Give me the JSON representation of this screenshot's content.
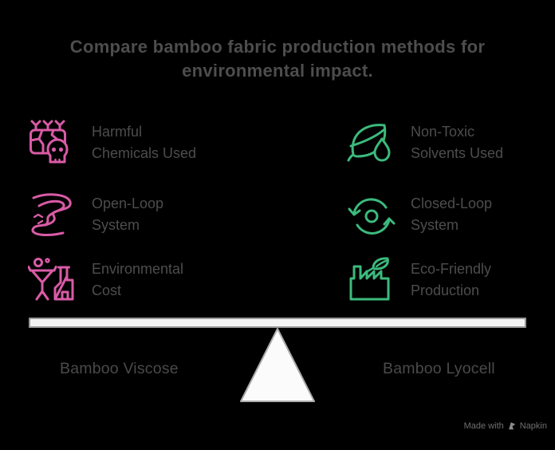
{
  "title": "Compare bamboo fabric production methods for environmental impact.",
  "colors": {
    "background": "#000000",
    "left_accent": "#d95ba6",
    "right_accent": "#3cba7d",
    "text": "#4d4d4d",
    "beam_fill": "#f4f4f4",
    "beam_border": "#999999"
  },
  "columns": {
    "left": {
      "items": [
        {
          "icon": "toxic-chemicals-skull-icon",
          "lines": [
            "Harmful",
            "Chemicals Used"
          ]
        },
        {
          "icon": "open-loop-river-icon",
          "lines": [
            "Open-Loop",
            "System"
          ]
        },
        {
          "icon": "pollution-factory-icon",
          "lines": [
            "Environmental",
            "Cost"
          ]
        }
      ]
    },
    "right": {
      "items": [
        {
          "icon": "leaf-water-droplet-icon",
          "lines": [
            "Non-Toxic",
            "Solvents Used"
          ]
        },
        {
          "icon": "closed-loop-recycle-icon",
          "lines": [
            "Closed-Loop",
            "System"
          ]
        },
        {
          "icon": "eco-factory-leaf-icon",
          "lines": [
            "Eco-Friendly",
            "Production"
          ]
        }
      ]
    }
  },
  "balance": {
    "left_label": "Bamboo Viscose",
    "right_label": "Bamboo Lyocell"
  },
  "watermark": {
    "prefix": "Made with",
    "brand": "Napkin"
  }
}
